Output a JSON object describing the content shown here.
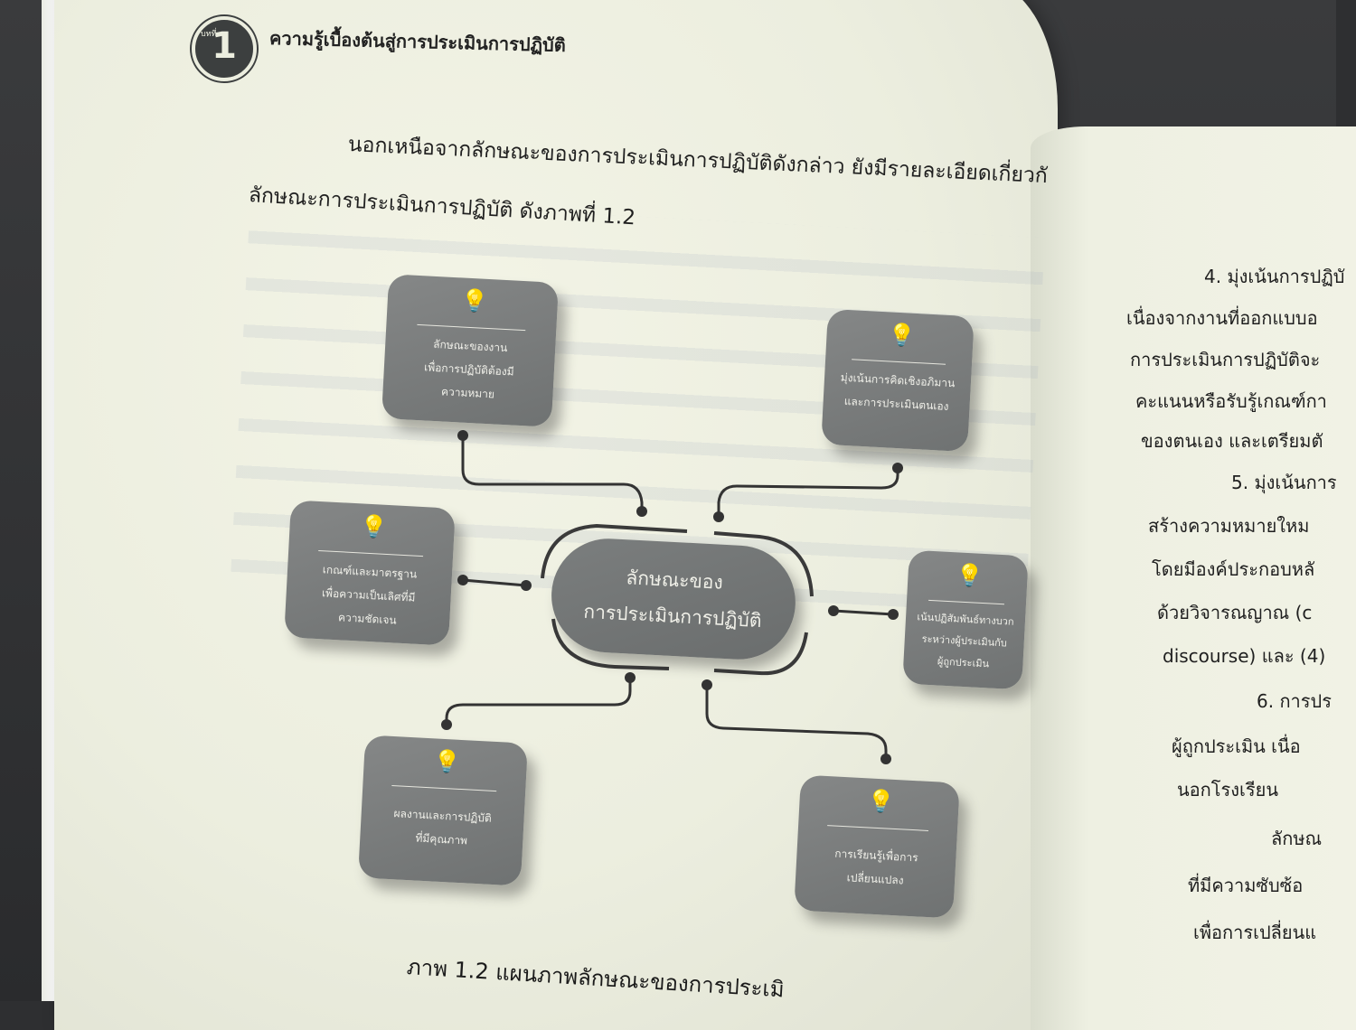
{
  "header": {
    "chapter_small": "บทที่",
    "chapter_number": "1",
    "chapter_title": "ความรู้เบื้องต้นสู่การประเมินการปฏิบัติ"
  },
  "body": {
    "paragraph_line1": "นอกเหนือจากลักษณะของการประเมินการปฏิบัติดังกล่าว  ยังมีรายละเอียดเกี่ยวกั",
    "paragraph_line2": "ลักษณะการประเมินการปฏิบัติ  ดังภาพที่   1.2"
  },
  "diagram": {
    "center": "ลักษณะของ\nการประเมินการปฏิบัติ",
    "nodes": [
      {
        "label": "ลักษณะของงาน\nเพื่อการปฏิบัติต้องมี\nความหมาย"
      },
      {
        "label": "มุ่งเน้นการคิดเชิงอภิมาน\nและการประเมินตนเอง"
      },
      {
        "label": "เกณฑ์และมาตรฐาน\nเพื่อความเป็นเลิศที่มี\nความชัดเจน"
      },
      {
        "label": "เน้นปฏิสัมพันธ์ทางบวก\nระหว่างผู้ประเมินกับ\nผู้ถูกประเมิน"
      },
      {
        "label": "ผลงานและการปฏิบัติ\nที่มีคุณภาพ"
      },
      {
        "label": "การเรียนรู้เพื่อการ\nเปลี่ยนแปลง"
      }
    ],
    "icon": "lightbulb-icon"
  },
  "caption": "ภาพ 1.2 แผนภาพลักษณะของการประเมิ",
  "right_page": {
    "lines": [
      "4. มุ่งเน้นการปฏิบั",
      "เนื่องจากงานที่ออกแบบอ",
      "การประเมินการปฏิบัติจะ",
      "คะแนนหรือรับรู้เกณฑ์กา",
      "ของตนเอง และเตรียมตั",
      "5. มุ่งเน้นการ",
      "สร้างความหมายใหม",
      "โดยมีองค์ประกอบหลั",
      "ด้วยวิจารณญาณ  (c",
      "discourse) และ (4)",
      "6. การปร",
      "ผู้ถูกประเมิน  เนื่อ",
      "นอกโรงเรียน",
      "ลักษณ",
      "ที่มีความซับซ้อ",
      "เพื่อการเปลี่ยนแ"
    ]
  }
}
